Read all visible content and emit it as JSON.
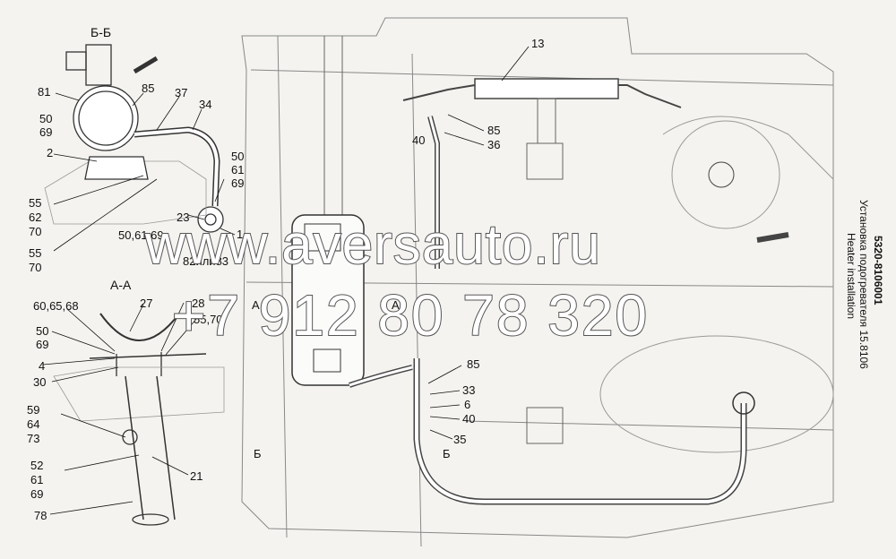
{
  "sections": {
    "bb_title": "Б-Б",
    "aa_title": "А-А",
    "mark_a_left": "А",
    "mark_a_right": "А",
    "mark_b_left": "Б",
    "mark_b_right": "Б"
  },
  "callouts_bb": {
    "c81": "81",
    "c50": "50",
    "c69": "69",
    "c2": "2",
    "c55": "55",
    "c62": "62",
    "c70": "70",
    "c55b": "55",
    "c70b": "70",
    "c85": "85",
    "c37": "37",
    "c34": "34",
    "c50r": "50",
    "c61r": "61",
    "c69r": "69",
    "c23": "23",
    "c50_61_69": "50,61,69",
    "c1": "1",
    "c82or83": "82или83"
  },
  "callouts_aa": {
    "c60_65_68": "60,65,68",
    "c27": "27",
    "c50": "50",
    "c69": "69",
    "c28": "28",
    "c4": "4",
    "c55_70": "55,70",
    "c30": "30",
    "c59": "59",
    "c64": "64",
    "c73": "73",
    "c52": "52",
    "c61": "61",
    "c69b": "69",
    "c21": "21",
    "c78": "78"
  },
  "callouts_main": {
    "c13": "13",
    "c85": "85",
    "c40": "40",
    "c36": "36",
    "c85b": "85",
    "c33": "33",
    "c6": "6",
    "c40b": "40",
    "c35": "35"
  },
  "title_block": {
    "part_number": "5320-8106001",
    "title_ru": "Установка подогревателя 15.8106",
    "title_en": "Heater installation"
  },
  "watermark": {
    "site": "www.aversauto.ru",
    "phone": "+7 912 80 78 320"
  }
}
